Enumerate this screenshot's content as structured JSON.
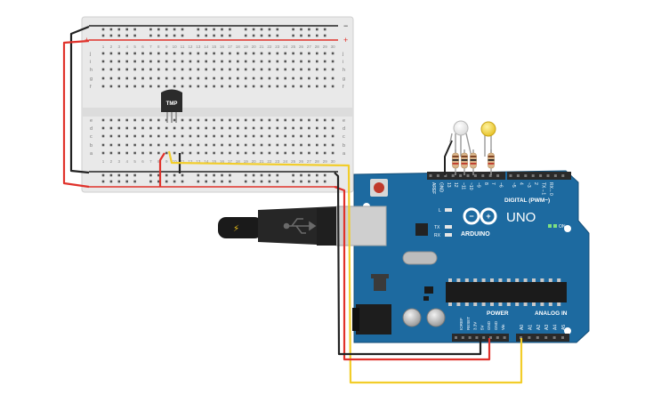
{
  "breadboard": {
    "rail_minus": "−",
    "rail_plus": "+",
    "row_letters_top": [
      "j",
      "i",
      "h",
      "g",
      "f"
    ],
    "row_letters_bottom": [
      "e",
      "d",
      "c",
      "b",
      "a"
    ],
    "column_numbers": [
      "1",
      "2",
      "3",
      "4",
      "5",
      "6",
      "7",
      "8",
      "9",
      "10",
      "11",
      "12",
      "13",
      "14",
      "15",
      "16",
      "17",
      "18",
      "19",
      "20",
      "21",
      "22",
      "23",
      "24",
      "25",
      "26",
      "27",
      "28",
      "29",
      "30"
    ]
  },
  "sensor": {
    "label": "TMP"
  },
  "arduino": {
    "brand": "ARDUINO",
    "model": "UNO",
    "digital_header": "DIGITAL (PWM~)",
    "digital_pins": [
      "AREF",
      "GND",
      "13",
      "12",
      "~11",
      "~10",
      "~9",
      "8",
      "7",
      "~6",
      "~5",
      "4",
      "~3",
      "2",
      "TX→1",
      "RX←0"
    ],
    "led_l": "L",
    "led_tx": "TX",
    "led_rx": "RX",
    "on_label": "ON",
    "power_header": "POWER",
    "power_pins": [
      "IOREF",
      "RESET",
      "3.3V",
      "5V",
      "GND",
      "GND",
      "Vin"
    ],
    "analog_header": "ANALOG IN",
    "analog_pins": [
      "A0",
      "A1",
      "A2",
      "A3",
      "A4",
      "A5"
    ]
  },
  "colors": {
    "board_blue": "#1d6aa0",
    "wire_red": "#e0322b",
    "wire_black": "#222222",
    "wire_yellow": "#f2cd2a",
    "breadboard": "#e9e9e9",
    "led_yellow": "#f5d640"
  },
  "icons": [
    "usb-icon"
  ]
}
